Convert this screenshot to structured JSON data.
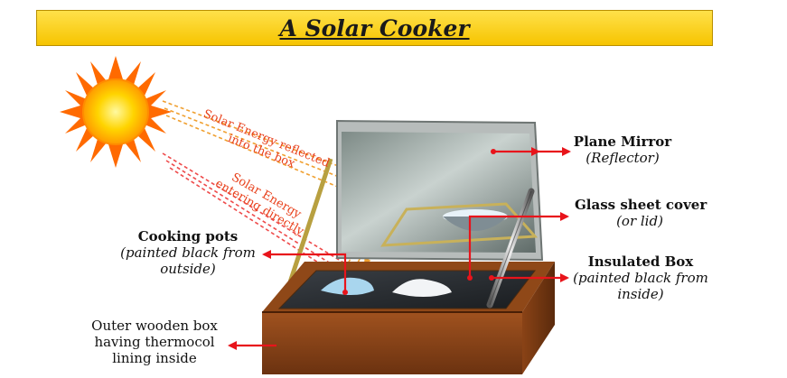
{
  "title": "A Solar Cooker",
  "rays": {
    "reflected": [
      "Solar Energy reflected",
      "into the box"
    ],
    "direct": [
      "Solar Energy",
      "entering directly"
    ]
  },
  "labels": {
    "plane_mirror": {
      "name": "Plane Mirror",
      "note": "(Reflector)"
    },
    "glass_cover": {
      "name": "Glass sheet cover",
      "note": "(or lid)"
    },
    "insulated_box": {
      "name": "Insulated Box",
      "note1": "(painted black from",
      "note2": "inside)"
    },
    "cooking_pots": {
      "name": "Cooking pots",
      "note1": "(painted black from",
      "note2": "outside)"
    },
    "outer_box": {
      "line1": "Outer wooden box",
      "line2": "having thermocol",
      "line3": "lining inside"
    }
  },
  "colors": {
    "title_bg": "#f6c400",
    "arrow": "#e8141b",
    "ray": "#e8401b",
    "wood": "#8b4513"
  }
}
